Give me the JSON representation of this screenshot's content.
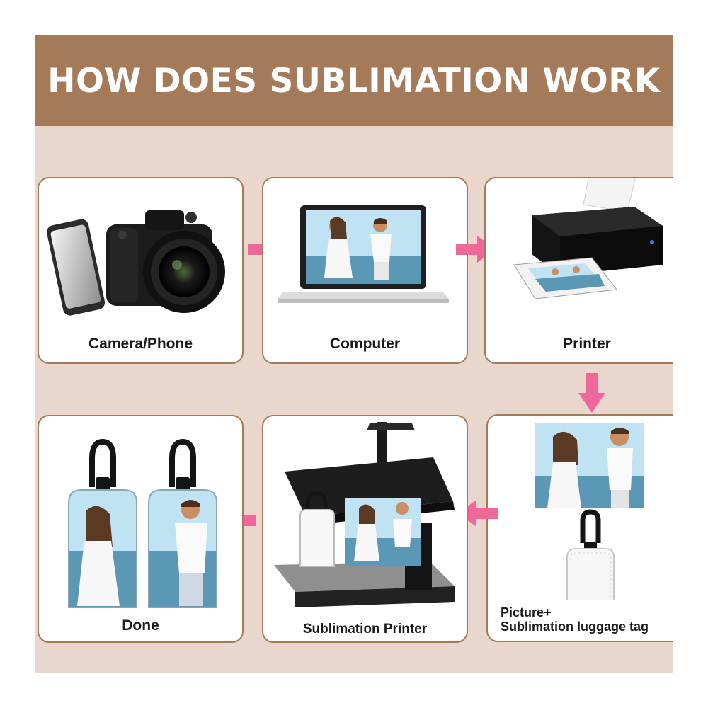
{
  "title": "HOW DOES SUBLIMATION WORK",
  "colors": {
    "header_bg": "#a47a59",
    "page_bg": "#e9d6cc",
    "card_border": "#a47a59",
    "arrow": "#f0679b"
  },
  "steps": [
    {
      "label": "Camera/Phone",
      "icon": "camera-phone-icon"
    },
    {
      "label": "Computer",
      "icon": "laptop-icon"
    },
    {
      "label": "Printer",
      "icon": "printer-icon"
    },
    {
      "label_line1": "Picture+",
      "label_line2": "Sublimation luggage tag",
      "icon": "photo-and-tag-icon"
    },
    {
      "label": "Sublimation Printer",
      "icon": "heat-press-icon"
    },
    {
      "label": "Done",
      "icon": "luggage-tags-icon"
    }
  ]
}
